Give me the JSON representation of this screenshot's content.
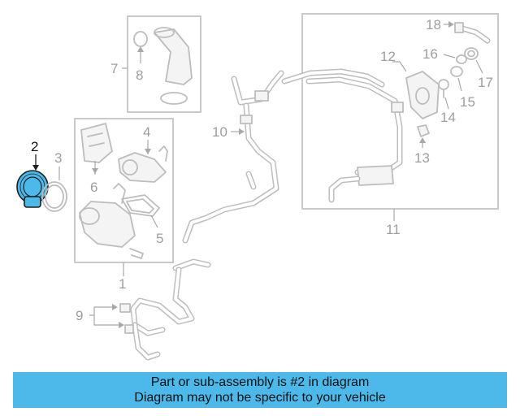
{
  "diagram": {
    "callouts": {
      "c1": "1",
      "c2": "2",
      "c3": "3",
      "c4": "4",
      "c5": "5",
      "c6": "6",
      "c7": "7",
      "c8": "8",
      "c9": "9",
      "c10": "10",
      "c11": "11",
      "c12": "12",
      "c13": "13",
      "c14": "14",
      "c15": "15",
      "c16": "16",
      "c17": "17",
      "c18": "18"
    },
    "highlighted_callout": "2",
    "colors": {
      "highlight": "#4db8ea",
      "line_art": "#bdbdbd",
      "callout_text": "#9e9e9e"
    }
  },
  "banner": {
    "line1": "Part or sub-assembly is #2 in diagram",
    "line2": "Diagram may not be specific to your vehicle"
  }
}
